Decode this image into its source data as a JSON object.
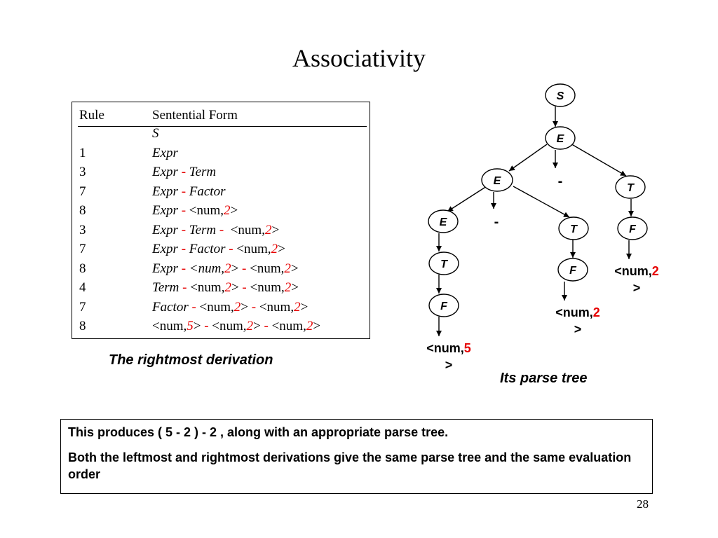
{
  "title": "Associativity",
  "table": {
    "header_rule": "Rule",
    "header_form": "Sentential Form",
    "rows": [
      {
        "rule": "",
        "form": [
          {
            "t": "S",
            "it": true
          }
        ]
      },
      {
        "rule": "1",
        "form": [
          {
            "t": "Expr",
            "it": true
          }
        ]
      },
      {
        "rule": "3",
        "form": [
          {
            "t": "Expr",
            "it": true
          },
          {
            "t": " - ",
            "red": true
          },
          {
            "t": "Term",
            "it": true
          }
        ]
      },
      {
        "rule": "7",
        "form": [
          {
            "t": "Expr",
            "it": true
          },
          {
            "t": " - ",
            "red": true
          },
          {
            "t": "Factor",
            "it": true
          }
        ]
      },
      {
        "rule": "8",
        "form": [
          {
            "t": "Expr",
            "it": true
          },
          {
            "t": " - ",
            "red": true
          },
          {
            "t": "<num,"
          },
          {
            "t": "2",
            "it": true,
            "red": true
          },
          {
            "t": ">"
          }
        ]
      },
      {
        "rule": "3",
        "form": [
          {
            "t": "Expr",
            "it": true
          },
          {
            "t": " - ",
            "red": true
          },
          {
            "t": "Term",
            "it": true
          },
          {
            "t": " -  ",
            "red": true
          },
          {
            "t": "<num,"
          },
          {
            "t": "2",
            "it": true,
            "red": true
          },
          {
            "t": ">"
          }
        ]
      },
      {
        "rule": "7",
        "form": [
          {
            "t": "Expr",
            "it": true
          },
          {
            "t": " - ",
            "red": true
          },
          {
            "t": "Factor",
            "it": true
          },
          {
            "t": " - ",
            "red": true
          },
          {
            "t": "<num,"
          },
          {
            "t": "2",
            "it": true,
            "red": true
          },
          {
            "t": ">"
          }
        ]
      },
      {
        "rule": "8",
        "form": [
          {
            "t": "Expr",
            "it": true
          },
          {
            "t": " - ",
            "red": true
          },
          {
            "t": "<num,",
            "it": true
          },
          {
            "t": "2",
            "it": true,
            "red": true
          },
          {
            "t": ">"
          },
          {
            "t": " - ",
            "red": true
          },
          {
            "t": "<num,"
          },
          {
            "t": "2",
            "it": true,
            "red": true
          },
          {
            "t": ">"
          }
        ]
      },
      {
        "rule": "4",
        "form": [
          {
            "t": "Term",
            "it": true
          },
          {
            "t": " - ",
            "red": true
          },
          {
            "t": "<num,"
          },
          {
            "t": "2",
            "it": true,
            "red": true
          },
          {
            "t": ">"
          },
          {
            "t": " - ",
            "red": true
          },
          {
            "t": "<num,"
          },
          {
            "t": "2",
            "it": true,
            "red": true
          },
          {
            "t": ">"
          }
        ]
      },
      {
        "rule": "7",
        "form": [
          {
            "t": "Factor",
            "it": true
          },
          {
            "t": " - ",
            "red": true
          },
          {
            "t": "<num,"
          },
          {
            "t": "2",
            "it": true,
            "red": true
          },
          {
            "t": ">"
          },
          {
            "t": " - ",
            "red": true
          },
          {
            "t": "<num,"
          },
          {
            "t": "2",
            "it": true,
            "red": true
          },
          {
            "t": ">"
          }
        ]
      },
      {
        "rule": "8",
        "form": [
          {
            "t": "<num,"
          },
          {
            "t": "5",
            "it": true,
            "red": true
          },
          {
            "t": ">"
          },
          {
            "t": " - ",
            "red": true
          },
          {
            "t": "<num,"
          },
          {
            "t": "2",
            "it": true,
            "red": true
          },
          {
            "t": ">"
          },
          {
            "t": " - ",
            "red": true
          },
          {
            "t": "<num,"
          },
          {
            "t": "2",
            "it": true,
            "red": true
          },
          {
            "t": ">"
          }
        ]
      }
    ]
  },
  "derivation_caption": "The rightmost derivation",
  "tree_caption": "Its parse tree",
  "tree": {
    "nodes": [
      {
        "id": "n_s",
        "label": "S"
      },
      {
        "id": "n_e1",
        "label": "E"
      },
      {
        "id": "n_e2",
        "label": "E"
      },
      {
        "id": "n_t1",
        "label": "T"
      },
      {
        "id": "n_e3",
        "label": "E"
      },
      {
        "id": "n_t2",
        "label": "T"
      },
      {
        "id": "n_f1",
        "label": "F"
      },
      {
        "id": "n_t3",
        "label": "T"
      },
      {
        "id": "n_f2",
        "label": "F"
      },
      {
        "id": "n_f3",
        "label": "F"
      }
    ],
    "operators": [
      "-",
      "-"
    ],
    "leaves": [
      {
        "prefix": "<num,",
        "value": "5",
        "suffix": ">"
      },
      {
        "prefix": "<num,",
        "value": "2",
        "suffix": ">"
      },
      {
        "prefix": "<num,",
        "value": "2",
        "suffix": ">"
      }
    ]
  },
  "note": {
    "line1": "This produces ( 5 -  2  ) - 2 , along with an appropriate parse tree.",
    "line2": "Both the leftmost and rightmost derivations give the same parse tree and the same evaluation order"
  },
  "page_number": "28"
}
